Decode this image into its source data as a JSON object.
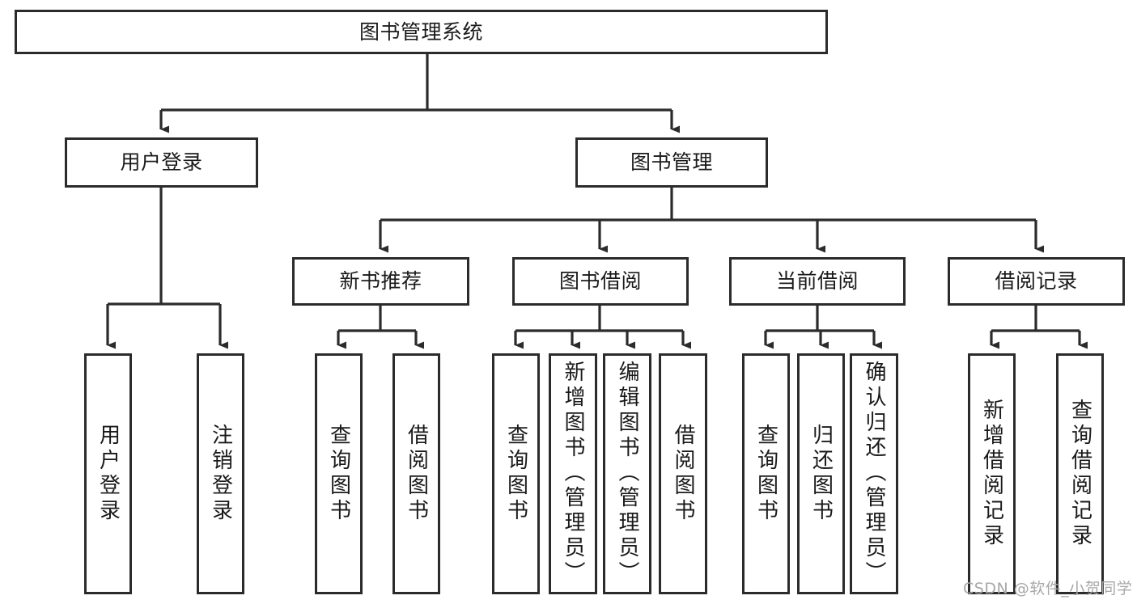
{
  "diagram": {
    "title": "图书管理系统",
    "type": "tree-hierarchy-chart",
    "watermark": "CSDN @软件_小贺同学",
    "colors": {
      "stroke": "#2b2b2b",
      "fill": "#ffffff",
      "text": "#1a1a1a",
      "watermark": "#a8a8a8"
    },
    "nodes": {
      "root": "图书管理系统",
      "level2": {
        "user_login": "用户登录",
        "book_mgmt": "图书管理"
      },
      "level3": {
        "new_book_rec": "新书推荐",
        "book_borrow": "图书借阅",
        "current_borrow": "当前借阅",
        "borrow_record": "借阅记录"
      },
      "leaves": {
        "user_login_1": "用户登录",
        "user_login_2": "注销登录",
        "new_book_rec_1": "查询图书",
        "new_book_rec_2": "借阅图书",
        "book_borrow_1": "查询图书",
        "book_borrow_2": "新增图书（管理员）",
        "book_borrow_3": "编辑图书（管理员）",
        "book_borrow_4": "借阅图书",
        "current_borrow_1": "查询图书",
        "current_borrow_2": "归还图书",
        "current_borrow_3": "确认归还（管理员）",
        "borrow_record_1": "新增借阅记录",
        "borrow_record_2": "查询借阅记录"
      }
    }
  }
}
